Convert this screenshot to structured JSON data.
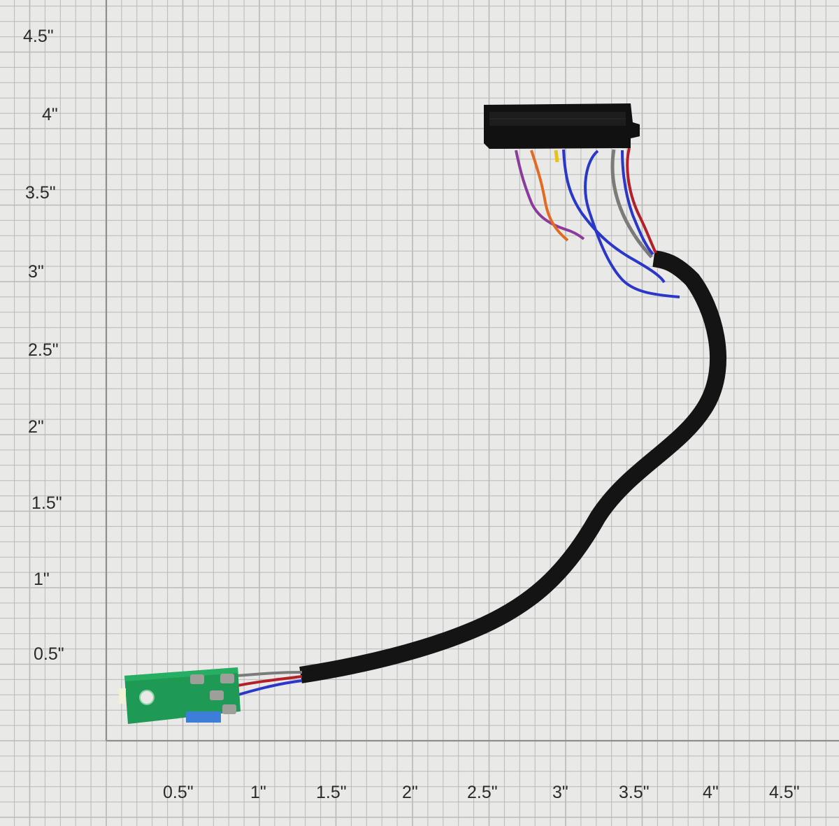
{
  "photo": {
    "subject": "wire-harness-on-inch-grid",
    "colors": {
      "paper": "#e9e9e7",
      "grid_fine": "#b9b9b7",
      "grid_major": "#8e8e8c",
      "cable_jacket": "#141414",
      "connector_housing": "#111111",
      "pcb": "#1f9a55",
      "solder_pad": "#9e9e9a",
      "wire_red": "#b3202a",
      "wire_blue": "#2a37c9",
      "wire_gray": "#7b7b7b",
      "wire_orange": "#e36a22",
      "wire_purple": "#8a3c9c",
      "wire_yellow": "#e6c21a"
    }
  },
  "grid": {
    "x_labels": [
      "0.5\"",
      "1\"",
      "1.5\"",
      "2\"",
      "2.5\"",
      "3\"",
      "3.5\"",
      "4\"",
      "4.5\""
    ],
    "y_labels": [
      "4.5\"",
      "4\"",
      "3.5\"",
      "3\"",
      "2.5\"",
      "2\"",
      "1.5\"",
      "1\"",
      "0.5\""
    ]
  }
}
